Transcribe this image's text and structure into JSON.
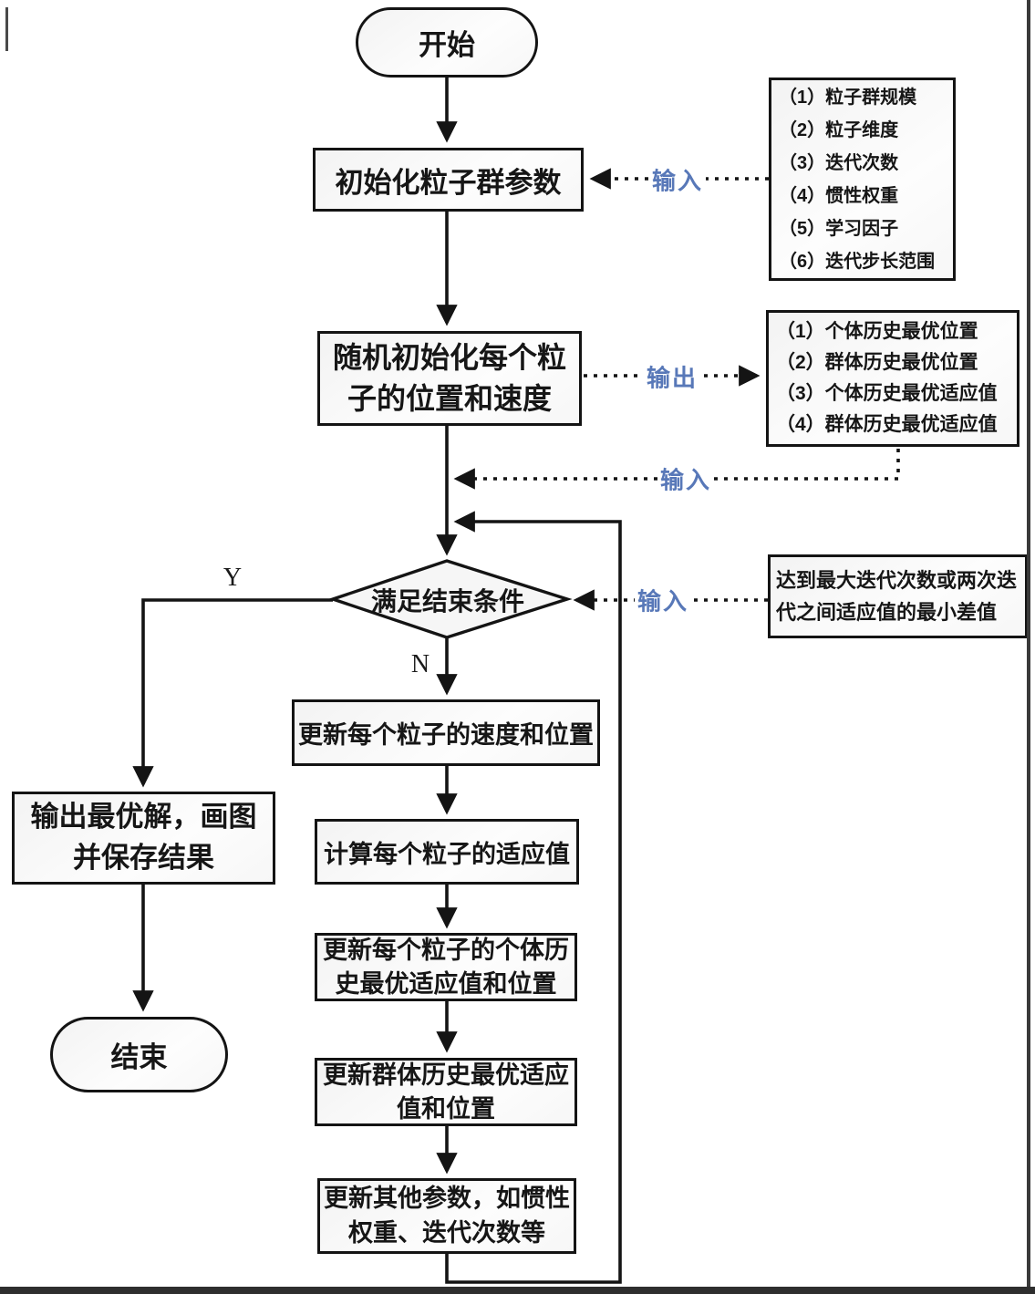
{
  "labels": {
    "input": "输入",
    "output": "输出",
    "yes": "Y",
    "no": "N"
  },
  "nodes": {
    "start": "开始",
    "init_params": "初始化粒子群参数",
    "random_init": "随机初始化每个粒子的位置和速度",
    "condition": "满足结束条件",
    "update_velocity": "更新每个粒子的速度和位置",
    "calc_fitness": "计算每个粒子的适应值",
    "update_pbest": "更新每个粒子的个体历史最优适应值和位置",
    "update_gbest": "更新群体历史最优适应值和位置",
    "update_other": "更新其他参数，如惯性权重、迭代次数等",
    "output_result": "输出最优解，画图并保存结果",
    "end": "结束"
  },
  "side_boxes": {
    "params": {
      "items": [
        "（1）粒子群规模",
        "（2）粒子维度",
        "（3）迭代次数",
        "（4）惯性权重",
        "（5）学习因子",
        "（6）迭代步长范围"
      ]
    },
    "outputs": {
      "items": [
        "（1）个体历史最优位置",
        "（2）群体历史最优位置",
        "（3）个体历史最优适应值",
        "（4）群体历史最优适应值"
      ]
    },
    "stop_condition": "达到最大迭代次数或两次迭代之间适应值的最小差值"
  },
  "colors": {
    "accent_blue": "#5878b8",
    "line_black": "#141414"
  }
}
